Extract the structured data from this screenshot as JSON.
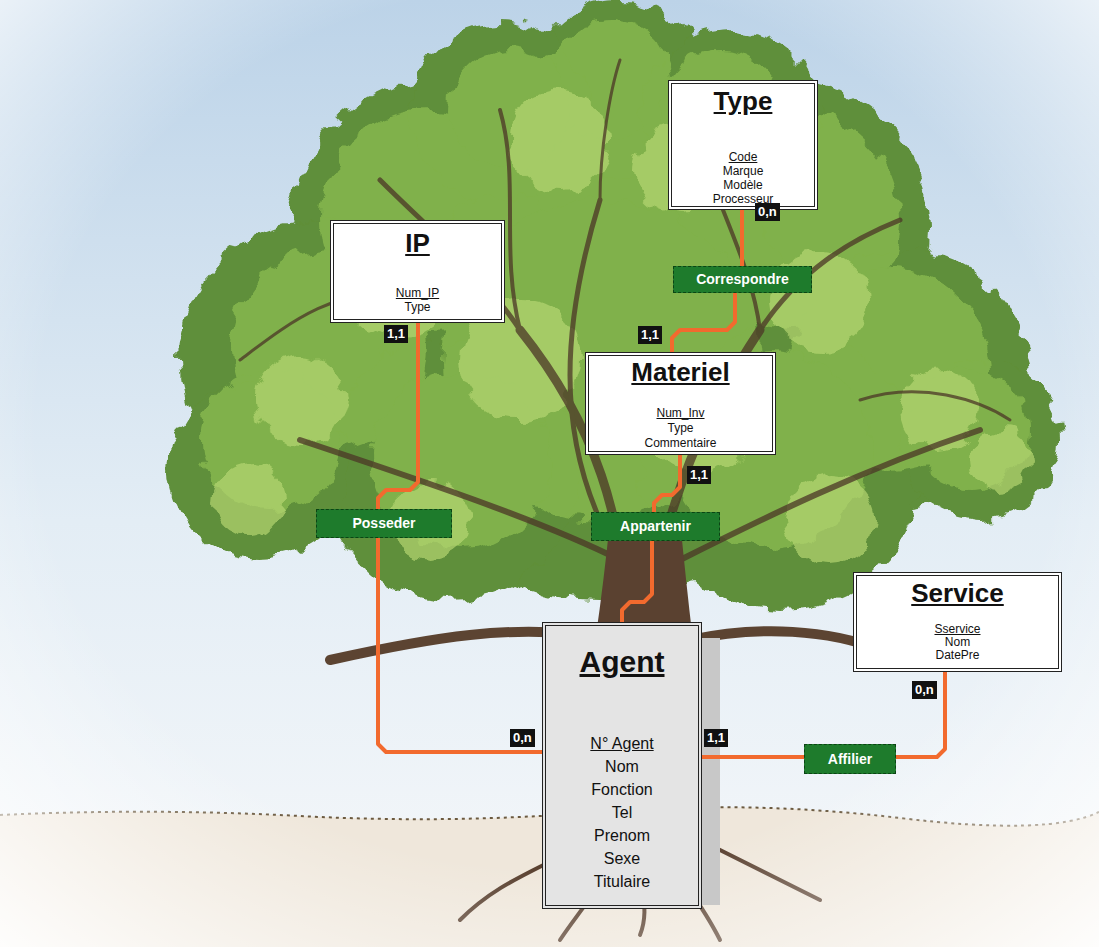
{
  "diagram": {
    "nodes": [
      {
        "text": [
          "Type",
          "Code",
          "Marque",
          "Modèle",
          "Processeur"
        ]
      },
      {
        "text": [
          "IP",
          "Num_IP",
          "Type"
        ]
      },
      {
        "text": [
          "Correspondre"
        ]
      },
      {
        "text": [
          "Materiel",
          "Num_Inv",
          "Type",
          "Commentaire"
        ]
      },
      {
        "text": [
          "Posseder"
        ]
      },
      {
        "text": [
          "Appartenir"
        ]
      },
      {
        "text": [
          "Service",
          "Sservice",
          "Nom",
          "DatePre"
        ]
      },
      {
        "text": [
          "Agent",
          "N° Agent",
          "Nom",
          "Fonction",
          "Tel",
          "Prenom",
          "Sexe",
          "Titulaire"
        ]
      },
      {
        "text": [
          "Affilier"
        ]
      }
    ],
    "edges": [
      {
        "from": 0,
        "to": 2,
        "arrow": "none",
        "label": "0,n"
      },
      {
        "from": 2,
        "to": 3,
        "arrow": "none",
        "label": "1,1"
      },
      {
        "from": 1,
        "to": 4,
        "arrow": "none",
        "label": "1,1"
      },
      {
        "from": 4,
        "to": 7,
        "arrow": "none",
        "label": "0,n"
      },
      {
        "from": 3,
        "to": 5,
        "arrow": "none",
        "label": "1,1"
      },
      {
        "from": 5,
        "to": 7,
        "arrow": "none"
      },
      {
        "from": 7,
        "to": 8,
        "arrow": "none",
        "label": "1,1"
      },
      {
        "from": 8,
        "to": 6,
        "arrow": "none",
        "label": "0,n"
      }
    ]
  }
}
